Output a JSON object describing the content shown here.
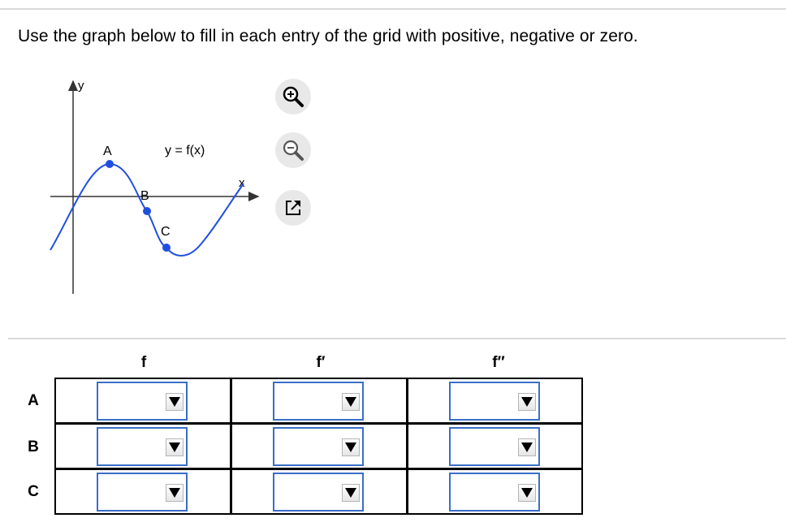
{
  "prompt": "Use the graph below to fill in each entry of the grid with positive, negative or zero.",
  "graph": {
    "y_axis_label": "y",
    "x_axis_label": "x",
    "function_label": "y = f(x)",
    "points": [
      {
        "label": "A"
      },
      {
        "label": "B"
      },
      {
        "label": "C"
      }
    ],
    "curve_color": "#1f4fe0",
    "point_color": "#1f4fe0"
  },
  "tools": {
    "zoom_in": "zoom-in-icon",
    "zoom_out": "zoom-out-icon",
    "popout": "external-window-icon"
  },
  "grid": {
    "columns": [
      "f",
      "f′",
      "f′′"
    ],
    "rows": [
      {
        "label": "A",
        "cells": [
          "",
          "",
          ""
        ]
      },
      {
        "label": "B",
        "cells": [
          "",
          "",
          ""
        ]
      },
      {
        "label": "C",
        "cells": [
          "",
          "",
          ""
        ]
      }
    ]
  }
}
